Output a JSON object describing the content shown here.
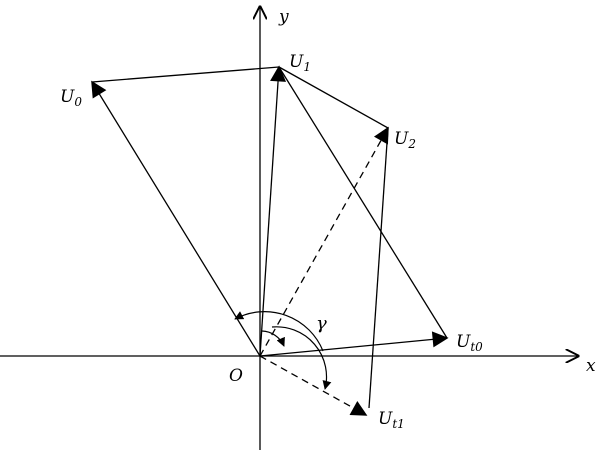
{
  "labels": {
    "x": "x",
    "y": "y",
    "origin": "O",
    "gamma": "γ",
    "u0": {
      "main": "U",
      "sub": "0"
    },
    "u1": {
      "main": "U",
      "sub": "1"
    },
    "u2": {
      "main": "U",
      "sub": "2"
    },
    "ut0": {
      "main": "U",
      "sub": "t0"
    },
    "ut1": {
      "main": "U",
      "sub": "t1"
    }
  },
  "colors": {
    "stroke": "#000000",
    "background": "#ffffff"
  }
}
